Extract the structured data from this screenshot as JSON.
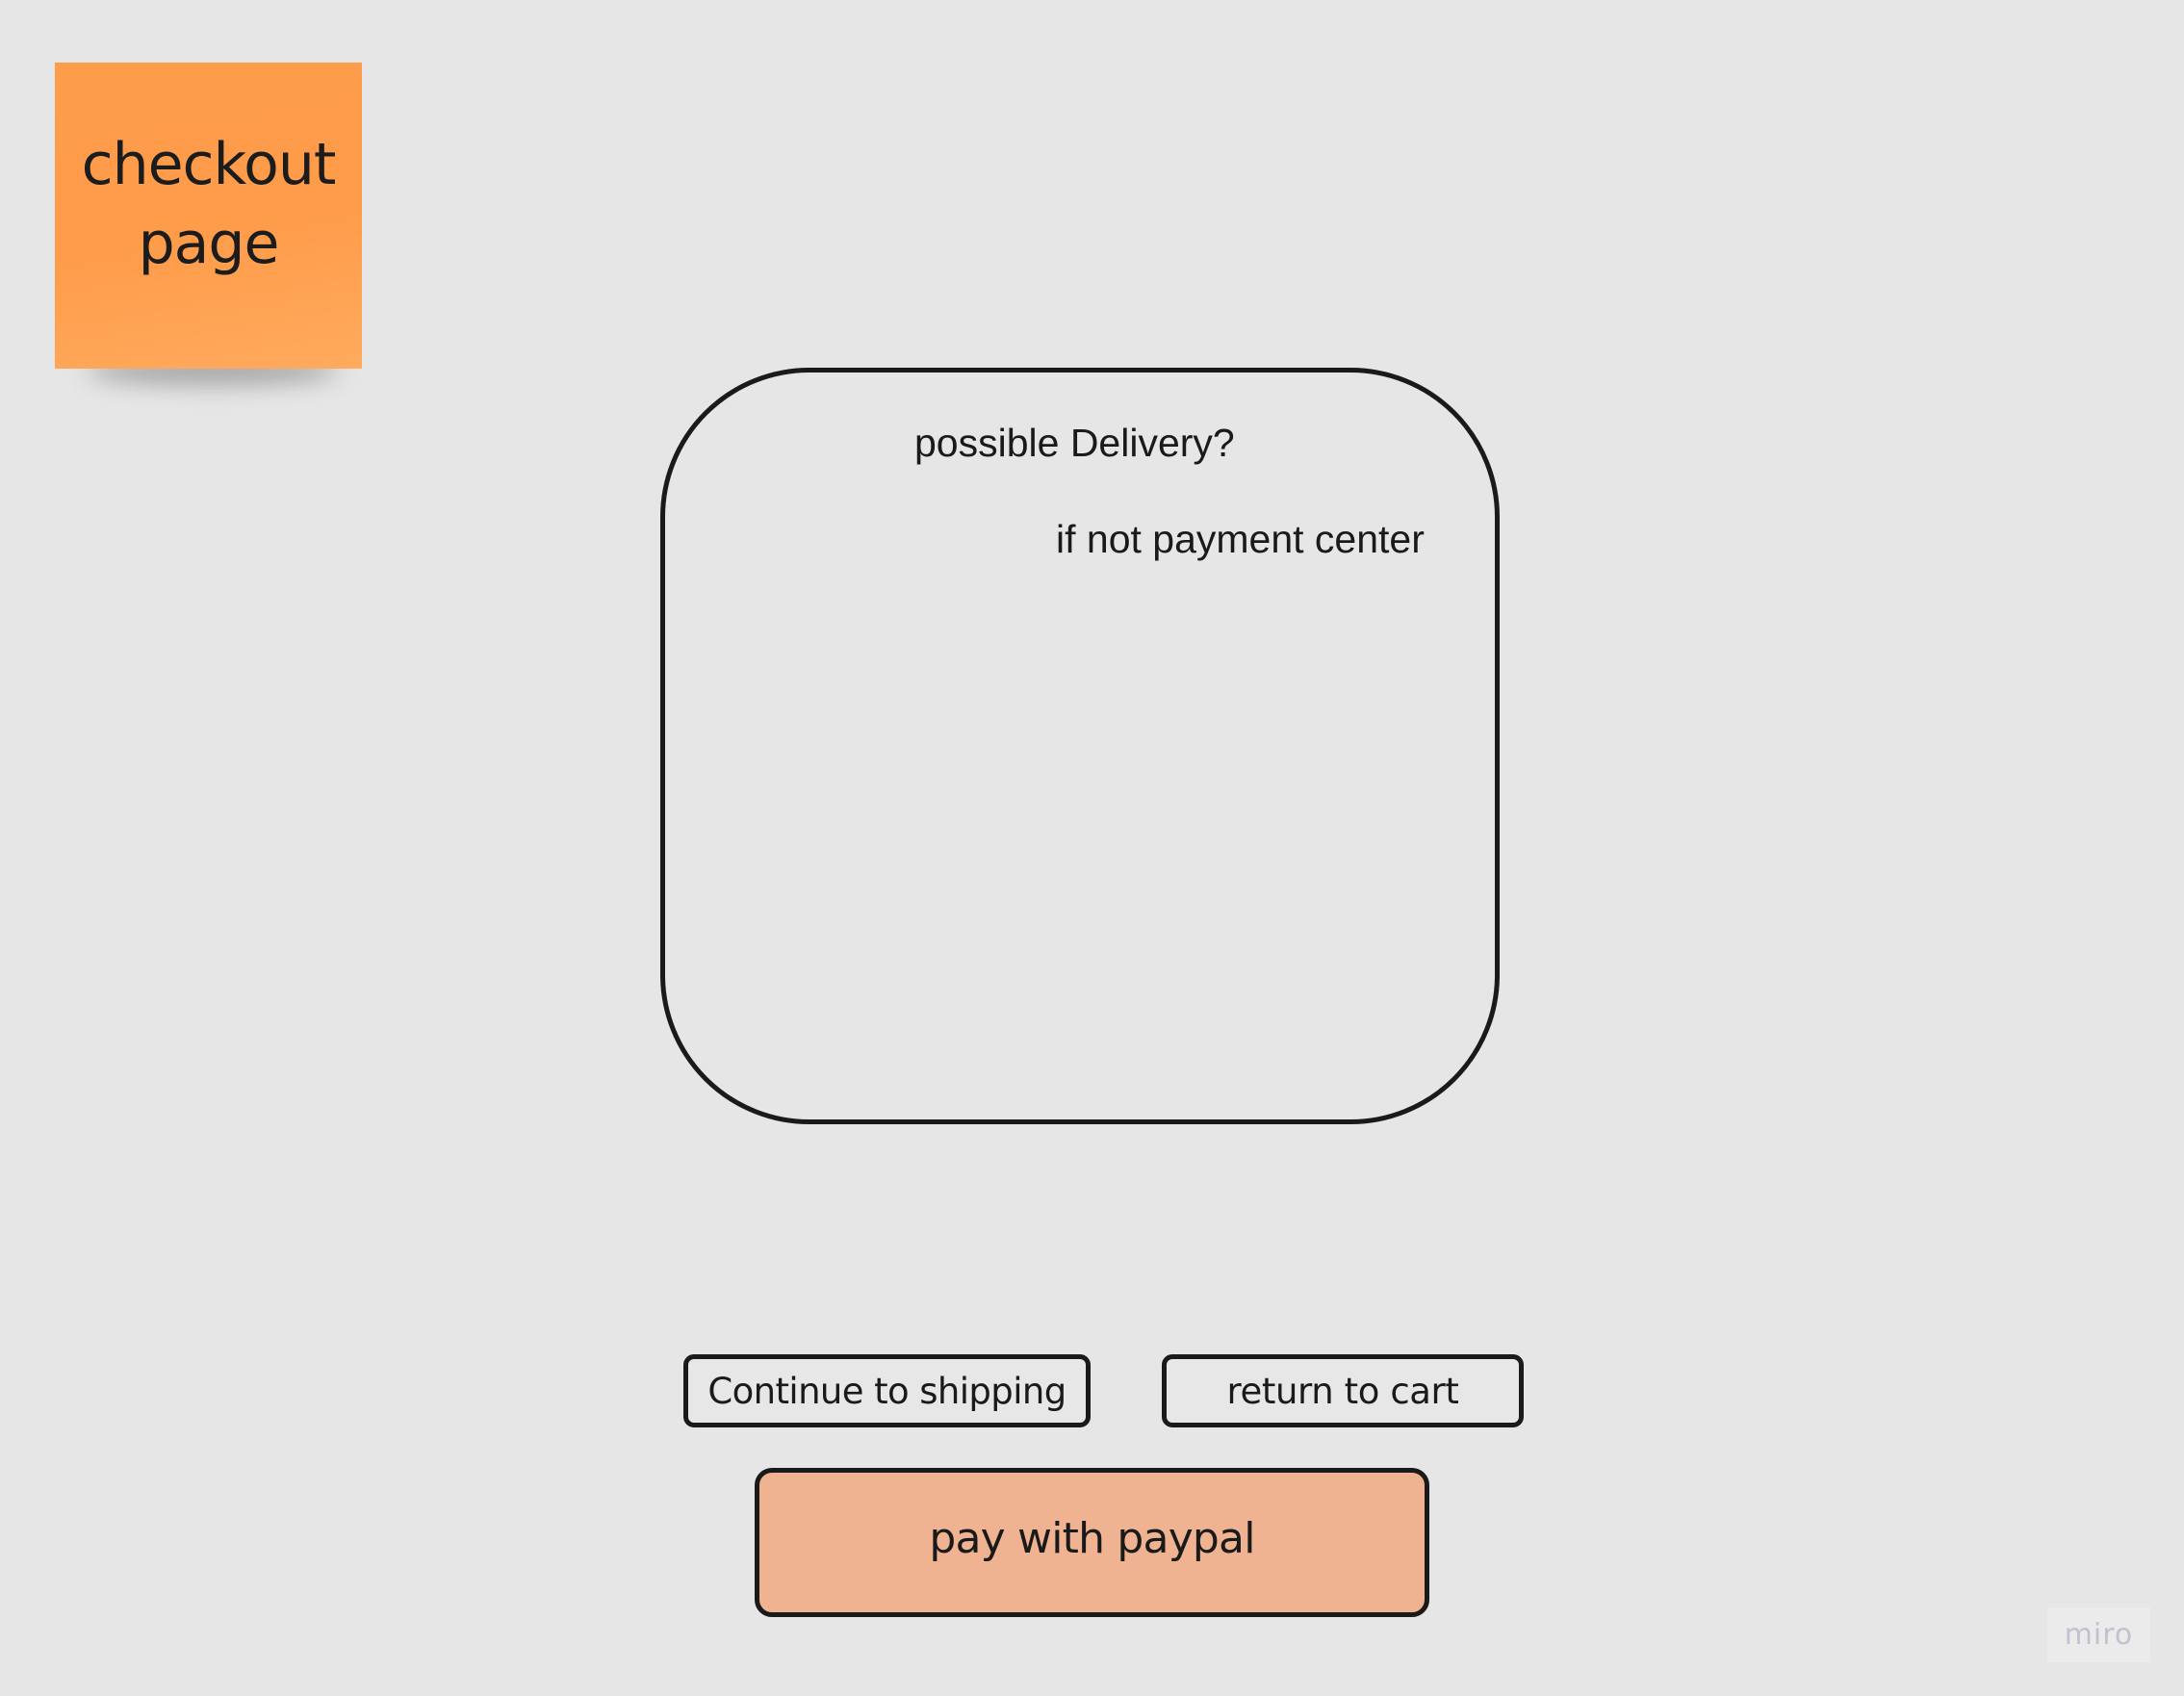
{
  "board": {
    "background_color": "#E6E6E6",
    "sticky_note": {
      "lines": [
        "checkout",
        "page"
      ],
      "color": "#FE9C4A"
    },
    "frame": {
      "labels": {
        "question": "possible Delivery?",
        "fallback": "if not payment center"
      },
      "border_color": "#1A1A1A"
    },
    "buttons": {
      "continue_shipping": "Continue to shipping",
      "return_cart": "return to cart",
      "pay_paypal": "pay with paypal",
      "paypal_fill_color": "#F0B391"
    },
    "watermark": {
      "text": "miro"
    }
  }
}
